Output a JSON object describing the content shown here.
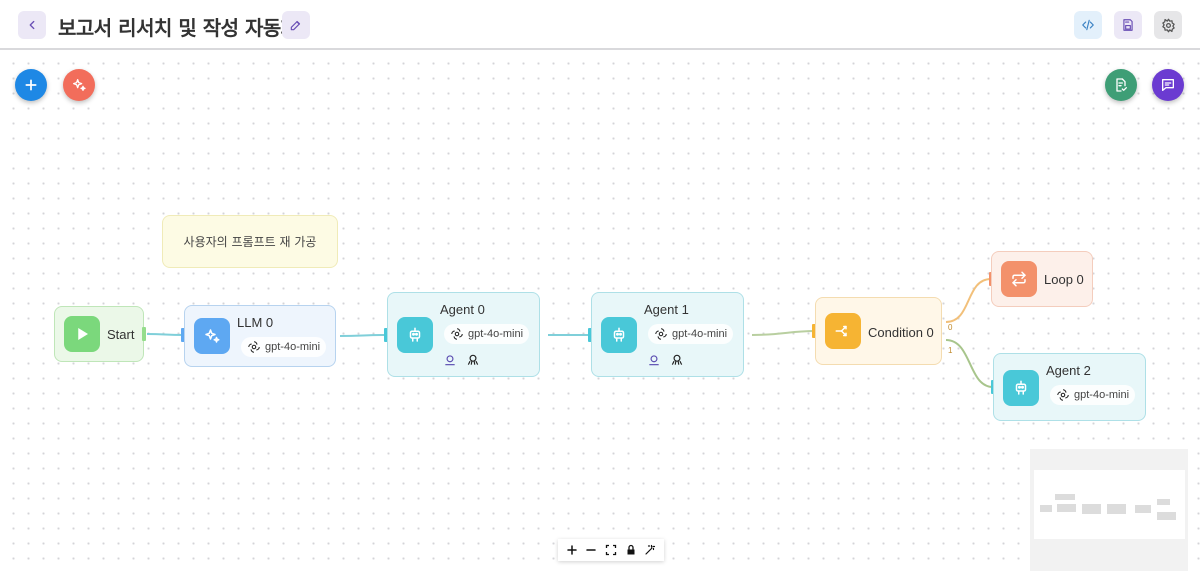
{
  "header": {
    "title": "보고서 리서치 및 작성 자동화"
  },
  "note": {
    "text": "사용자의 프롬프트 재 가공"
  },
  "nodes": {
    "start": {
      "label": "Start"
    },
    "llm0": {
      "label": "LLM 0",
      "model": "gpt-4o-mini"
    },
    "agent0": {
      "label": "Agent 0",
      "model": "gpt-4o-mini"
    },
    "agent1": {
      "label": "Agent 1",
      "model": "gpt-4o-mini"
    },
    "condition0": {
      "label": "Condition 0",
      "outputs": [
        "0",
        "1"
      ]
    },
    "loop0": {
      "label": "Loop 0"
    },
    "agent2": {
      "label": "Agent 2",
      "model": "gpt-4o-mini"
    }
  },
  "icons": {
    "back": "chevron-left-icon",
    "edit": "pencil-icon",
    "code": "code-icon",
    "save": "save-icon",
    "settings": "gear-icon",
    "add": "plus-icon",
    "magic": "sparkles-icon",
    "validate": "checklist-icon",
    "chat": "chat-icon"
  },
  "colors": {
    "accent": "#6a4fb5",
    "start": "#7bd87c",
    "llm": "#5ea8f2",
    "agent": "#49c8d8",
    "condition": "#f6b433",
    "loop": "#f3916b"
  }
}
